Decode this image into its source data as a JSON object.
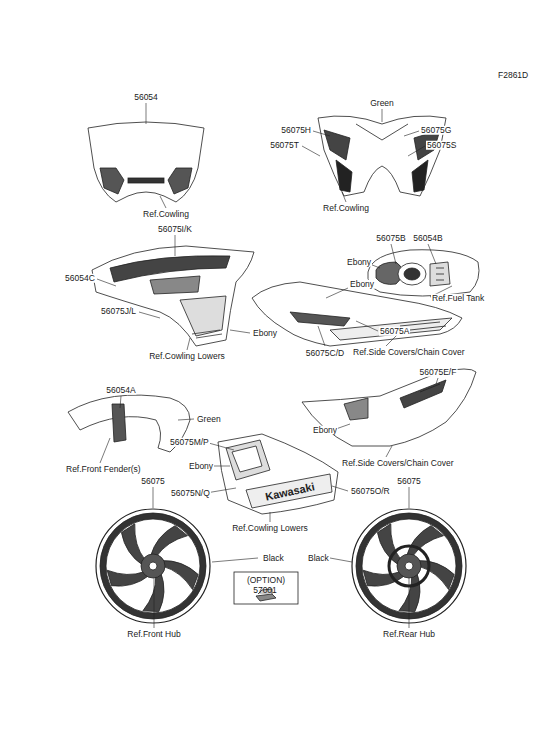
{
  "diagram": {
    "labels": [
      "F2861D",
      "56054",
      "Ref.Cowling",
      "Green",
      "56075H",
      "56075G",
      "56075T",
      "56075S",
      "Ref.Cowling",
      "56075I/K",
      "56075B",
      "56054B",
      "56054C",
      "Ebony",
      "Ebony",
      "56075J/L",
      "Ebony",
      "56075A",
      "Ref.Fuel Tank",
      "56075C/D",
      "Ref.Cowling Lowers",
      "Ref.Side Covers/Chain Cover",
      "56054A",
      "56075E/F",
      "Green",
      "Ref.Front Fender(s)",
      "Ebony",
      "56075M/P",
      "Ebony",
      "56075N/Q",
      "56075O/R",
      "Ref.Side Covers/Chain Cover",
      "Ref.Cowling Lowers",
      "56075",
      "56075",
      "Black",
      "Black",
      "(OPTION)",
      "57001",
      "Ref.Front Hub",
      "Ref.Rear Hub",
      "Kawasaki"
    ]
  }
}
